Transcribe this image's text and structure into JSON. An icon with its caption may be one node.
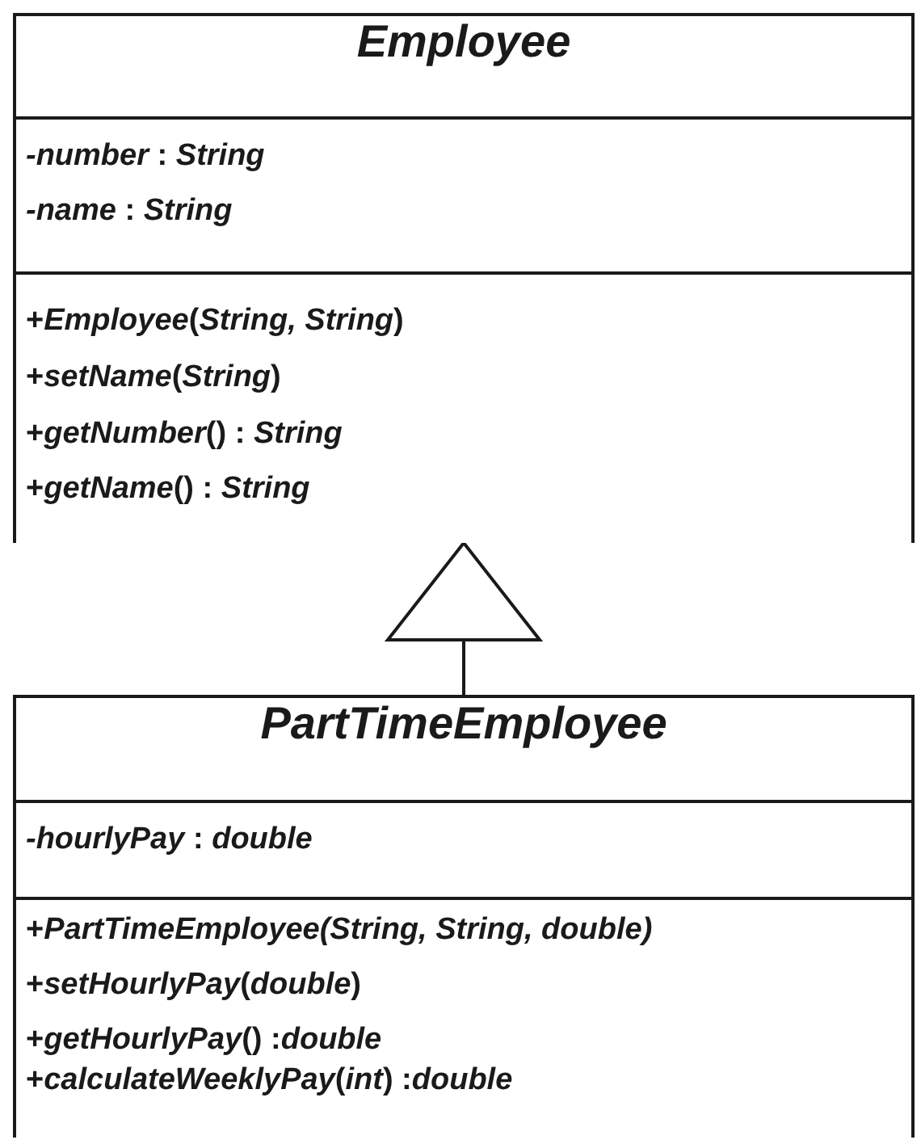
{
  "diagram": {
    "nodes": [
      {
        "text": [
          "Employee"
        ]
      },
      {
        "text": [
          "*-number* : *String*",
          "*-name* : *String*"
        ],
        "in": 0
      },
      {
        "text": [
          "+*Employee*(*String, String*)",
          "+*setName*(*String*)",
          "+*getNumber*() : *String*",
          "+*getName*() : *String*"
        ],
        "in": 0
      },
      {
        "text": [
          "PartTimeEmployee"
        ]
      },
      {
        "text": [
          "*-hourlyPay* : *double*"
        ],
        "in": 3
      },
      {
        "text": [
          "+*PartTimeEmployee(String, String, double)*",
          "+*setHourlyPay*(*double*)",
          "+*getHourlyPay*() :*double*",
          "+*calculateWeeklyPay*(*int*) :*double*"
        ],
        "in": 3
      }
    ],
    "edges": [
      {
        "from": 3,
        "to": 0,
        "arrow": "to"
      }
    ]
  }
}
